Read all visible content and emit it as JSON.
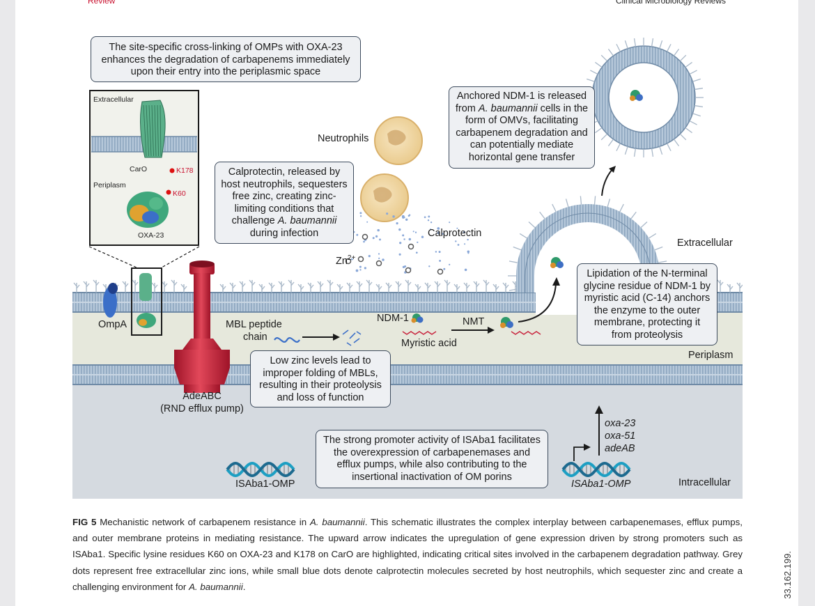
{
  "header": {
    "left": "Review",
    "right": "Clinical Microbiology Reviews"
  },
  "side_text": "33.162.199.",
  "figure": {
    "box_top": "The site-specific cross-linking of OMPs with OXA-23 enhances the degradation of carbapenems immediately upon their entry into the periplasmic space",
    "inset": {
      "extracellular": "Extracellular",
      "periplasm": "Periplasm",
      "caro": "CarO",
      "k178": "K178",
      "k60": "K60",
      "oxa23": "OXA-23"
    },
    "ompa": "OmpA",
    "neutrophils": "Neutrophils",
    "box_calprotectin_a": "Calprotectin, released by host neutrophils, sequesters free zinc, creating zinc-limiting conditions that challenge ",
    "box_calprotectin_b": "A. baumannii",
    "box_calprotectin_c": " during infection",
    "calprotectin": "Calprotectin",
    "zn": "Zn",
    "zn_sup": "2+",
    "box_ndm_a": "Anchored NDM-1 is released from ",
    "box_ndm_b": "A. baumannii",
    "box_ndm_c": " cells in the form of OMVs, facilitating carbapenem degradation and can potentially mediate horizontal gene transfer",
    "extracellular": "Extracellular",
    "periplasm": "Periplasm",
    "intracellular": "Intracellular",
    "box_lipidation": "Lipidation of the N-terminal glycine residue of NDM-1 by myristic acid (C-14) anchors the enzyme to the outer membrane, protecting it from proteolysis",
    "mbl_peptide": "MBL peptide",
    "mbl_chain": "chain",
    "ndm1": "NDM-1",
    "nmt": "NMT",
    "myristic": "Myristic acid",
    "box_zinc": "Low zinc levels lead to improper folding of MBLs, resulting in their proteolysis and loss of function",
    "adeabc": "AdeABC",
    "rnd": "(RND efflux pump)",
    "box_promoter": "The strong promoter activity of ISAba1 facilitates the overexpression of carbapenemases and efflux pumps, while also contributing to the insertional inactivation of OM porins",
    "isaba_left": "ISAba1-OMP",
    "isaba_right": "ISAba1-OMP",
    "genes": [
      "oxa-23",
      "oxa-51",
      "adeAB"
    ]
  },
  "caption": {
    "fig": "FIG 5",
    "t1": "  Mechanistic network of carbapenem resistance in ",
    "t2": "A. baumannii",
    "t3": ". This schematic illustrates the complex interplay between carbapenemases, efflux pumps, and outer membrane proteins in mediating resistance. The upward arrow indicates the upregulation of gene expression driven by strong promoters such as ISAba1. Specific lysine residues K60 on OXA-23 and K178 on CarO are highlighted, indicating critical sites involved in the carbapenem degradation pathway. Grey dots represent free extracellular zinc ions, while small blue dots denote calprotectin molecules secreted by host neutrophils, which sequester zinc and create a challenging environment for ",
    "t4": "A. baumannii",
    "t5": "."
  },
  "colors": {
    "membrane": "#a9bdd3",
    "periplasm": "#e7e9dd",
    "cytoplasm": "#d6dbe1",
    "pump": "#c8203a",
    "accent_red": "#c8102e"
  }
}
